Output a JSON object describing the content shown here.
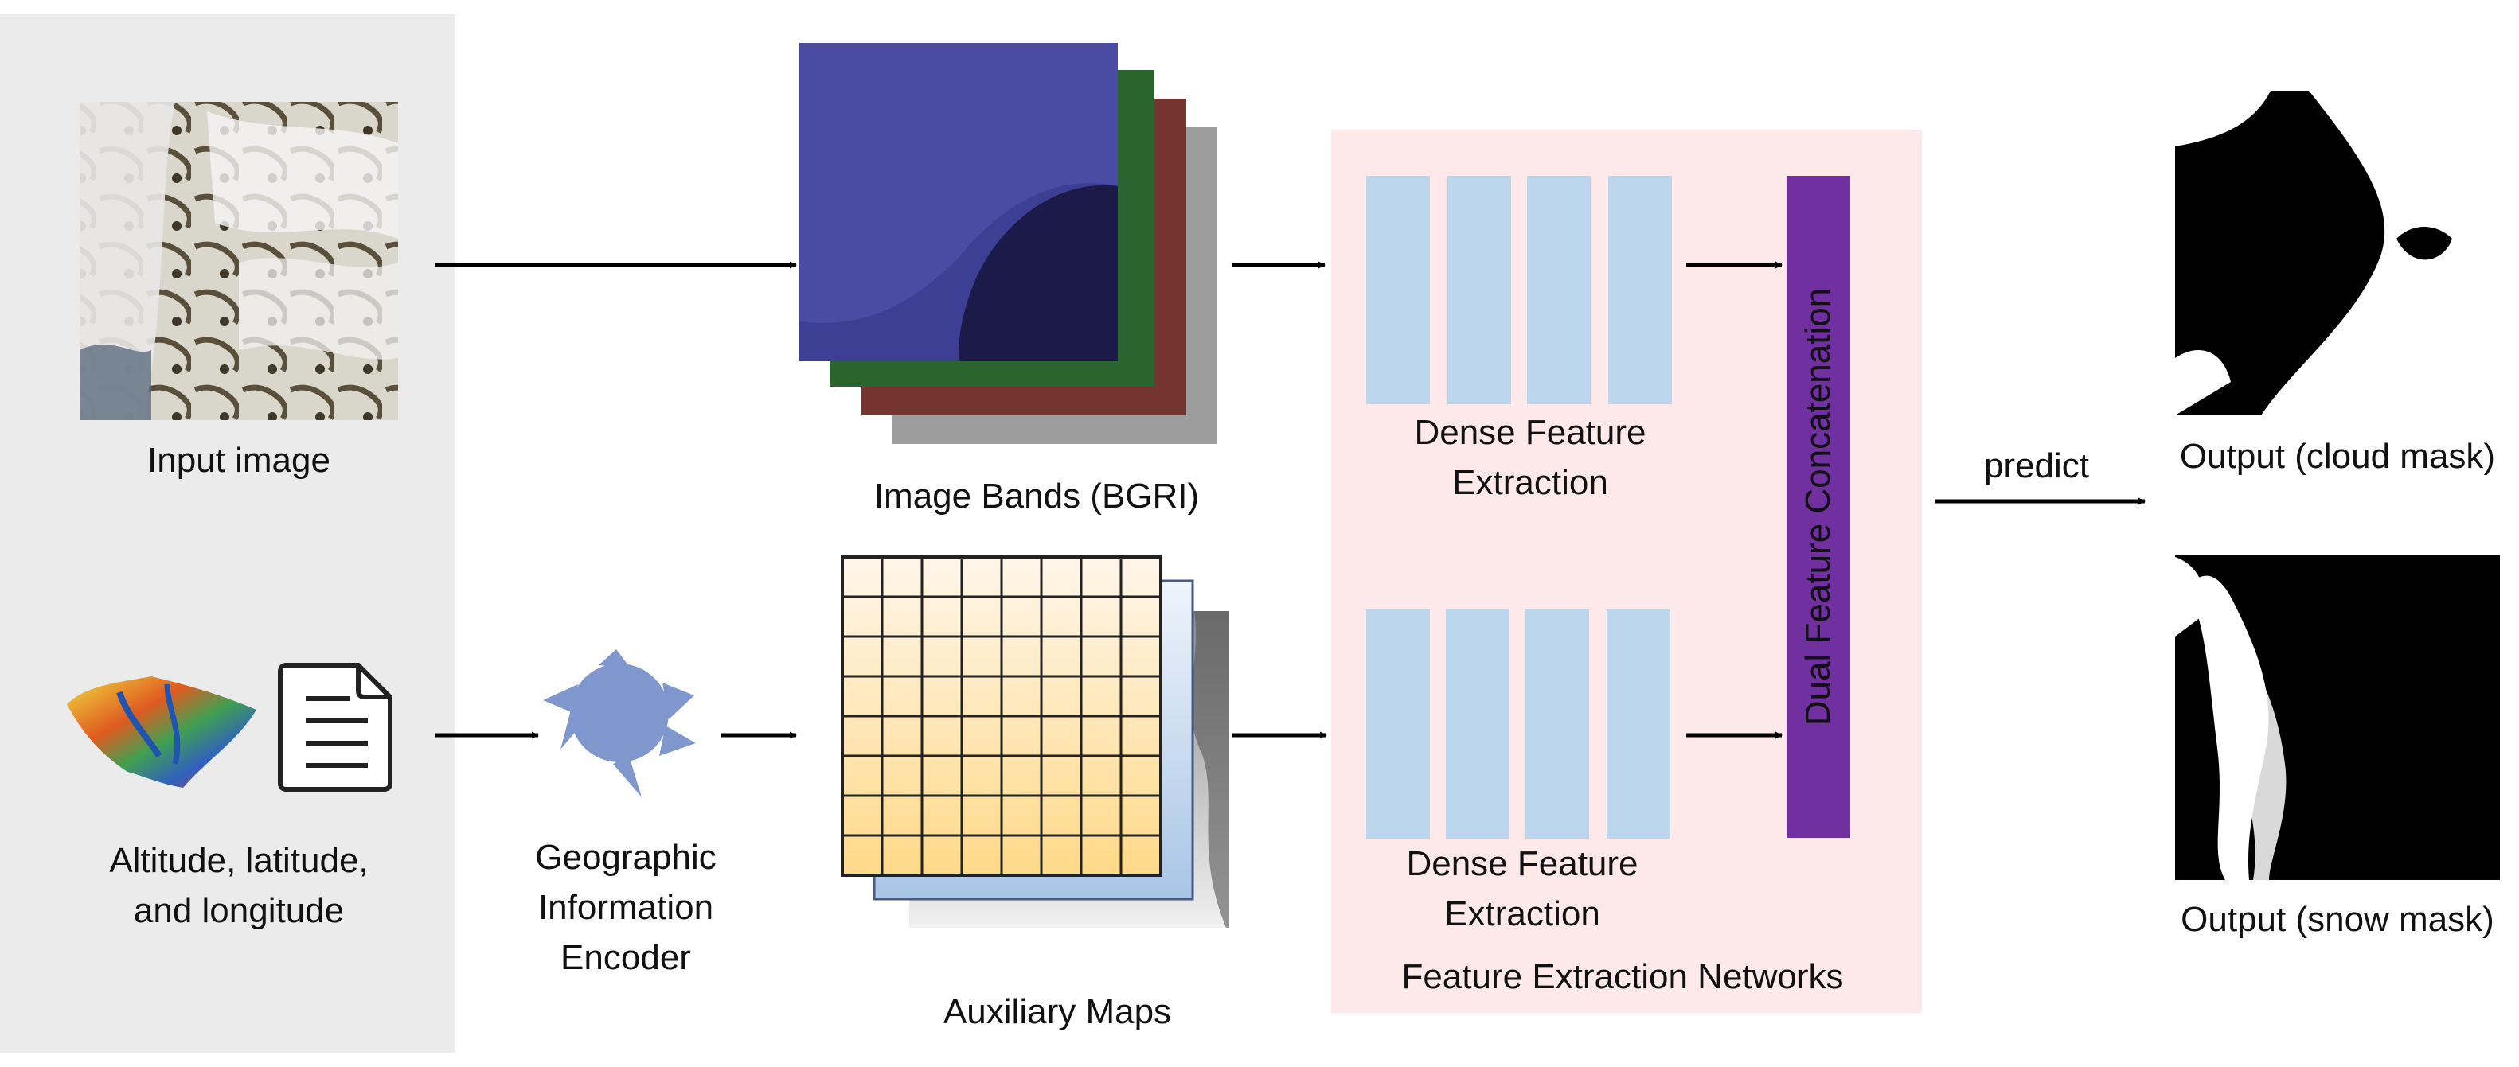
{
  "input_image": {
    "label": "Input image"
  },
  "geo_inputs": {
    "label_line1": "Altitude, latitude,",
    "label_line2": "and longitude"
  },
  "encoder": {
    "label_line1": "Geographic",
    "label_line2": "Information",
    "label_line3": "Encoder"
  },
  "image_bands": {
    "label": "Image Bands (BGRI)",
    "band_colors": [
      "#3d3f94",
      "#3e8e41",
      "#b0504a",
      "#9a9a9a"
    ]
  },
  "auxiliary_maps": {
    "label": "Auxiliary Maps"
  },
  "feature_networks": {
    "panel_label": "Feature Extraction Networks",
    "upper_label_line1": "Dense Feature",
    "upper_label_line2": "Extraction",
    "lower_label_line1": "Dense Feature",
    "lower_label_line2": "Extraction",
    "block_color": "#bcd6ee",
    "panel_color": "#fde9ea"
  },
  "concatenation": {
    "label": "Dual Feature Concatenation",
    "color": "#7030a0"
  },
  "predict": {
    "label": "predict"
  },
  "outputs": {
    "cloud_label": "Output (cloud mask)",
    "snow_label": "Output (snow mask)"
  }
}
